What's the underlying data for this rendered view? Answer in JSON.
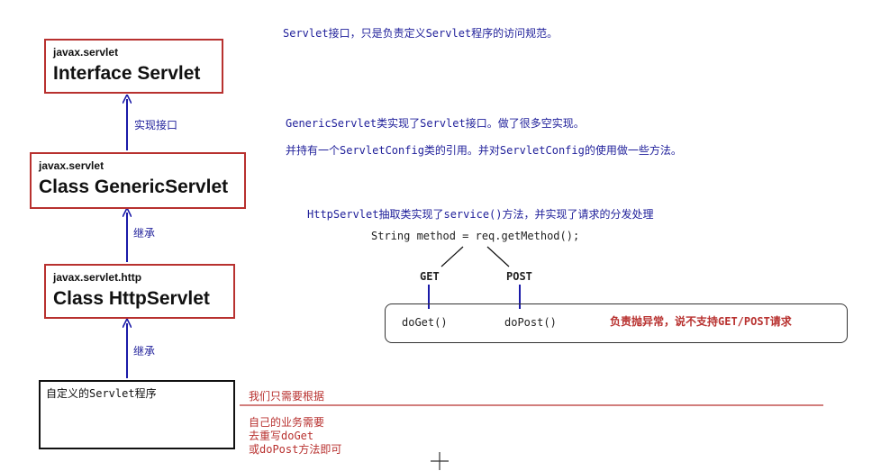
{
  "classes": {
    "servlet": {
      "package": "javax.servlet",
      "name": "Interface Servlet"
    },
    "generic": {
      "package": "javax.servlet",
      "name": "Class GenericServlet"
    },
    "http": {
      "package": "javax.servlet.http",
      "name": "Class HttpServlet"
    },
    "custom": {
      "name": "自定义的Servlet程序"
    }
  },
  "arrows": {
    "implements_label": "实现接口",
    "extends_label_1": "继承",
    "extends_label_2": "继承"
  },
  "notes": {
    "servlet_note": "Servlet接口，只是负责定义Servlet程序的访问规范。",
    "generic_note_1": "GenericServlet类实现了Servlet接口。做了很多空实现。",
    "generic_note_2": "并持有一个ServletConfig类的引用。并对ServletConfig的使用做一些方法。",
    "http_note": "HttpServlet抽取类实现了service()方法，并实现了请求的分发处理"
  },
  "dispatch": {
    "code": "String method = req.getMethod();",
    "branch_get": "GET",
    "branch_post": "POST",
    "method_get": "doGet()",
    "method_post": "doPost()",
    "error_note": "负责抛异常，说不支持GET/POST请求"
  },
  "custom_note": {
    "heading": "我们只需要根据",
    "line1": "自己的业务需要",
    "line2": "去重写doGet",
    "line3": "或doPost方法即可"
  },
  "colors": {
    "class_border": "#b8312f",
    "arrow": "#1a1aa8",
    "note_blue": "#1f1f9a",
    "note_red": "#b8312f"
  },
  "icons": {
    "cursor": "crosshair-cursor-icon"
  }
}
